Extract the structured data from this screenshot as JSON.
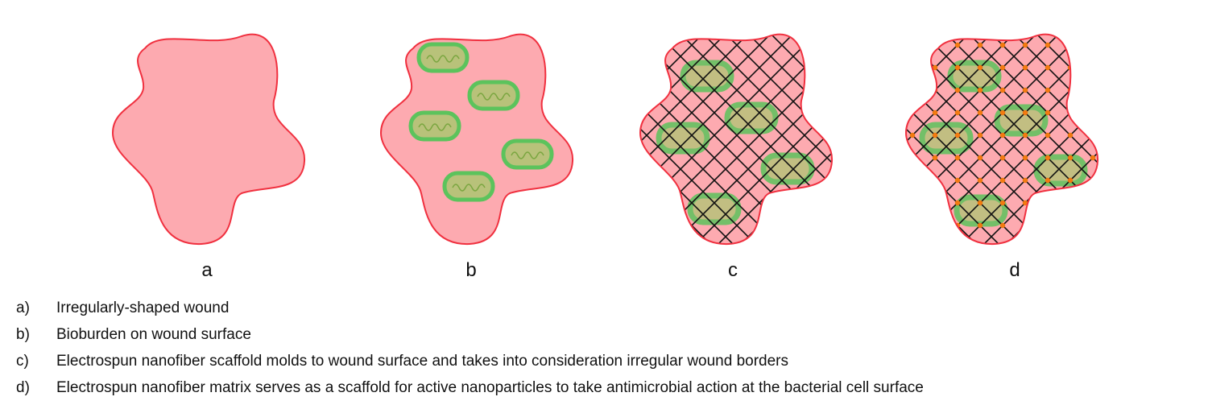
{
  "panels": [
    {
      "label": "a"
    },
    {
      "label": "b"
    },
    {
      "label": "c"
    },
    {
      "label": "d"
    }
  ],
  "legend": [
    {
      "key": "a)",
      "text": "Irregularly-shaped wound"
    },
    {
      "key": "b)",
      "text": "Bioburden on wound surface"
    },
    {
      "key": "c)",
      "text": "Electrospun nanofiber scaffold molds to wound surface and takes into consideration irregular wound borders"
    },
    {
      "key": "d)",
      "text": "Electrospun nanofiber matrix serves as a scaffold for active nanoparticles to take antimicrobial action at the bacterial cell surface"
    }
  ],
  "colors": {
    "wound_fill": "#fdaab0",
    "wound_border": "#f0303f",
    "bacteria_fill": "#b8c27a",
    "bacteria_border": "#5cc35c",
    "fiber": "#111111",
    "nanoparticle": "#f27a10"
  }
}
